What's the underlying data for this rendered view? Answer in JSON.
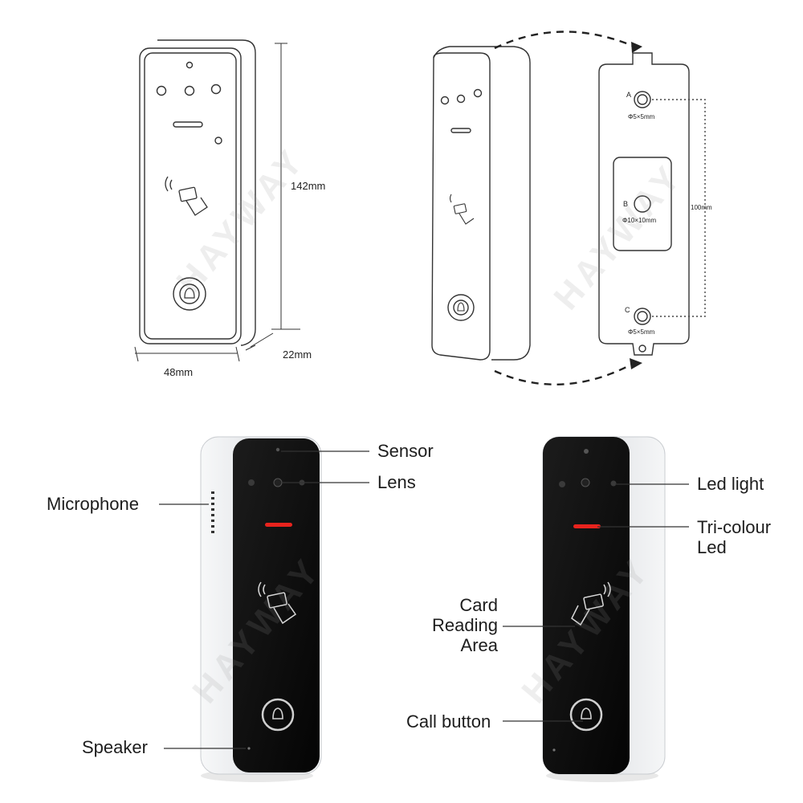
{
  "watermark": "HAYWAY",
  "dimensions": {
    "height": "142mm",
    "width": "48mm",
    "depth": "22mm",
    "hole_spacing": "100mm"
  },
  "mount_plate": {
    "hole_a_label": "A",
    "hole_a_size": "Φ5×5mm",
    "hole_b_label": "B",
    "hole_b_size": "Φ10×10mm",
    "hole_c_label": "C",
    "hole_c_size": "Φ5×5mm"
  },
  "callouts_left": {
    "sensor": "Sensor",
    "lens": "Lens",
    "microphone": "Microphone",
    "speaker": "Speaker"
  },
  "callouts_right": {
    "led_light": "Led light",
    "tri_colour_line1": "Tri-colour",
    "tri_colour_line2": "Led",
    "card_line1": "Card",
    "card_line2": "Reading",
    "card_line3": "Area",
    "call_button": "Call button"
  },
  "colors": {
    "panel": "#0c0c0c",
    "housing": "#eceef0",
    "led": "#e8231d",
    "line": "#333333"
  }
}
